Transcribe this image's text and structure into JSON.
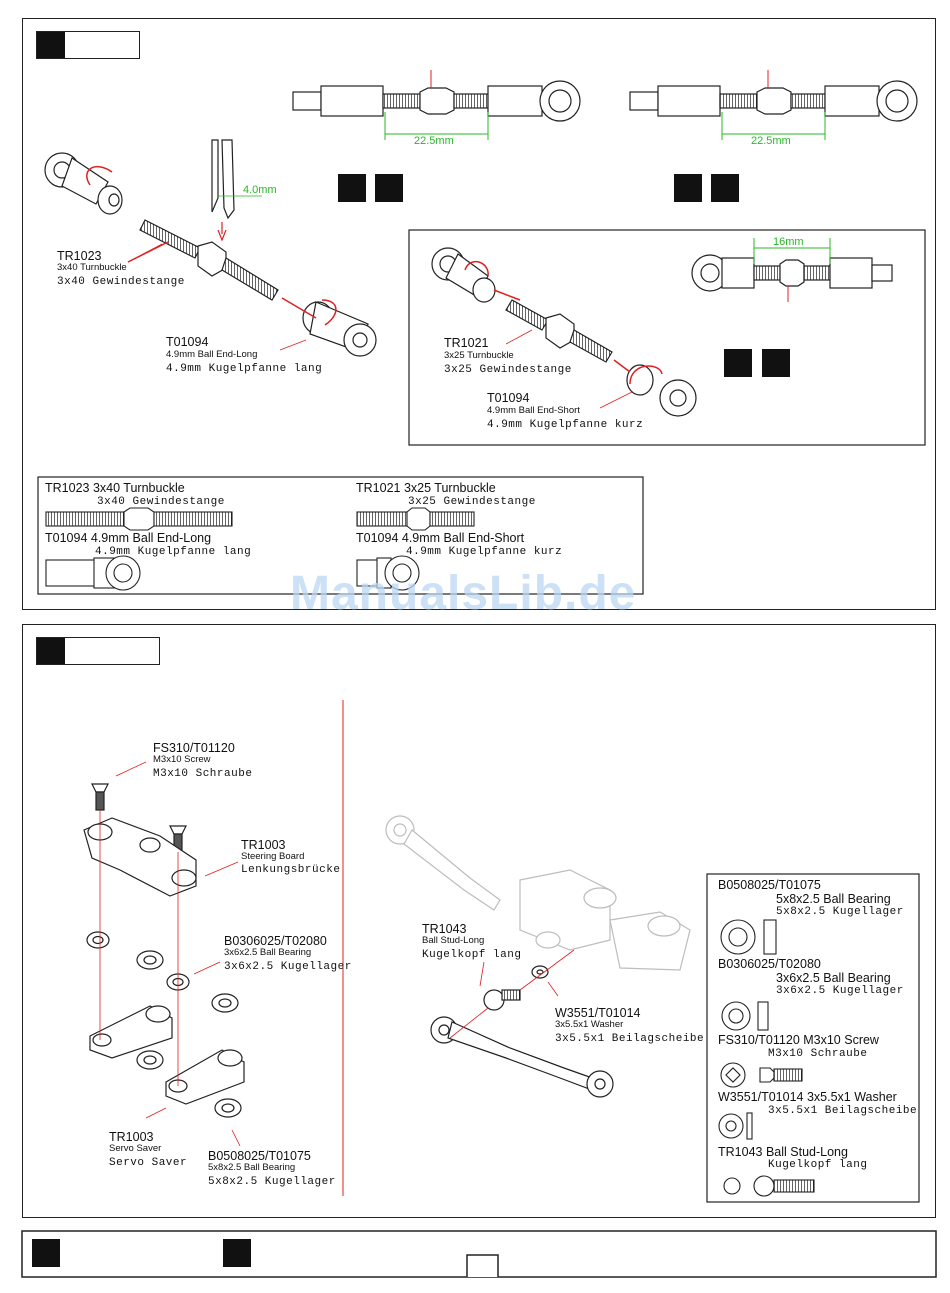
{
  "step_a": {
    "dim_left": "22.5mm",
    "dim_right": "22.5mm",
    "dim_tool": "4.0mm",
    "dim_short": "16mm",
    "tr1023": {
      "code": "TR1023",
      "en": "3x40 Turnbuckle",
      "de": "3x40 Gewindestange"
    },
    "t01094_long": {
      "code": "T01094",
      "en": "4.9mm Ball End-Long",
      "de": "4.9mm Kugelpfanne lang"
    },
    "tr1021": {
      "code": "TR1021",
      "en": "3x25 Turnbuckle",
      "de": "3x25 Gewindestange"
    },
    "t01094_short": {
      "code": "T01094",
      "en": "4.9mm Ball End-Short",
      "de": "4.9mm Kugelpfanne kurz"
    },
    "legend": {
      "tr1023_title": "TR1023 3x40 Turnbuckle",
      "tr1023_de": "3x40 Gewindestange",
      "t01094_long_title": "T01094 4.9mm Ball End-Long",
      "t01094_long_de": "4.9mm Kugelpfanne lang",
      "tr1021_title": "TR1021 3x25 Turnbuckle",
      "tr1021_de": "3x25 Gewindestange",
      "t01094_short_title": "T01094 4.9mm Ball End-Short",
      "t01094_short_de": "4.9mm Kugelpfanne kurz"
    }
  },
  "watermark": "ManualsLib.de",
  "step_b": {
    "fs310": {
      "code": "FS310/T01120",
      "en": "M3x10 Screw",
      "de": "M3x10 Schraube"
    },
    "tr1003_board": {
      "code": "TR1003",
      "en": "Steering Board",
      "de": "Lenkungsbrücke"
    },
    "b0306": {
      "code": "B0306025/T02080",
      "en": "3x6x2.5 Ball Bearing",
      "de": "3x6x2.5 Kugellager"
    },
    "tr1003_saver": {
      "code": "TR1003",
      "en": "Servo Saver",
      "de": "Servo Saver"
    },
    "b0508": {
      "code": "B0508025/T01075",
      "en": "5x8x2.5 Ball Bearing",
      "de": "5x8x2.5 Kugellager"
    },
    "tr1043": {
      "code": "TR1043",
      "en": "Ball Stud-Long",
      "de": "Kugelkopf lang"
    },
    "w3551": {
      "code": "W3551/T01014",
      "en": "3x5.5x1 Washer",
      "de": "3x5.5x1 Beilagscheibe"
    },
    "legend": {
      "b0508_code": "B0508025/T01075",
      "b0508_en": "5x8x2.5 Ball Bearing",
      "b0508_de": "5x8x2.5 Kugellager",
      "b0306_code": "B0306025/T02080",
      "b0306_en": "3x6x2.5 Ball Bearing",
      "b0306_de": "3x6x2.5 Kugellager",
      "fs310_title": "FS310/T01120 M3x10 Screw",
      "fs310_de": "M3x10 Schraube",
      "w3551_title": "W3551/T01014 3x5.5x1 Washer",
      "w3551_de": "3x5.5x1 Beilagscheibe",
      "tr1043_title": "TR1043 Ball Stud-Long",
      "tr1043_de": "Kugelkopf lang"
    }
  },
  "colors": {
    "dimension": "#28b828",
    "arrow": "#e02020",
    "watermark": "#bcd6f3"
  }
}
